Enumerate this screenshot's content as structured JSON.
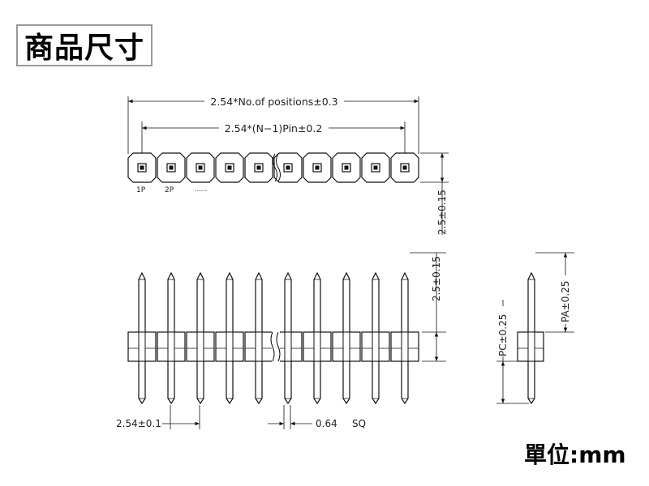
{
  "title": "商品尺寸",
  "unit": "單位:mm",
  "top_view": {
    "overall_dimension": "2.54*No.of  positions±0.3",
    "pitch_dimension": "2.54*(N−1)Pin±0.2",
    "pin1_label": "1P",
    "pin2_label": "2P",
    "ellipsis": "......",
    "depth_dimension": "2.5±0.15"
  },
  "front_view": {
    "height_dimension": "2.5±0.15",
    "pitch_dimension": "2.54±0.1",
    "pin_size_value": "0.64",
    "pin_size_unit": "SQ"
  },
  "side_view": {
    "pa_dimension": "PA±0.25",
    "pc_dimension": "PC±0.25"
  }
}
